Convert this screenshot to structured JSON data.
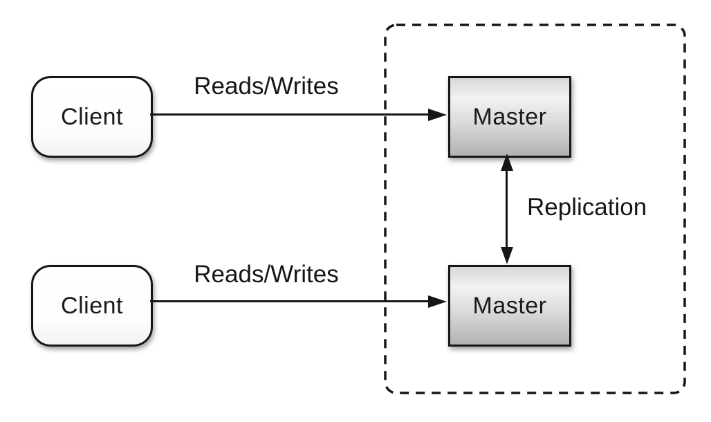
{
  "diagram": {
    "type": "architecture-diagram",
    "colors": {
      "background": "#ffffff",
      "stroke": "#161616",
      "text": "#1a1a1a",
      "client_fill": "#ffffff",
      "master_fill_light": "#f2f2f2",
      "master_fill_dark": "#b2b2b2"
    },
    "nodes": {
      "client_top": {
        "label": "Client",
        "shape": "rounded-rect"
      },
      "client_bottom": {
        "label": "Client",
        "shape": "rounded-rect"
      },
      "master_top": {
        "label": "Master",
        "shape": "rect"
      },
      "master_bottom": {
        "label": "Master",
        "shape": "rect"
      }
    },
    "edges": {
      "reads_writes_top": {
        "label": "Reads/Writes",
        "from": "client_top",
        "to": "master_top",
        "direction": "one-way"
      },
      "reads_writes_bottom": {
        "label": "Reads/Writes",
        "from": "client_bottom",
        "to": "master_bottom",
        "direction": "one-way"
      },
      "replication": {
        "label": "Replication",
        "from": "master_top",
        "to": "master_bottom",
        "direction": "two-way"
      }
    },
    "boundary": {
      "style": "dashed",
      "contains": [
        "master_top",
        "master_bottom"
      ]
    }
  }
}
